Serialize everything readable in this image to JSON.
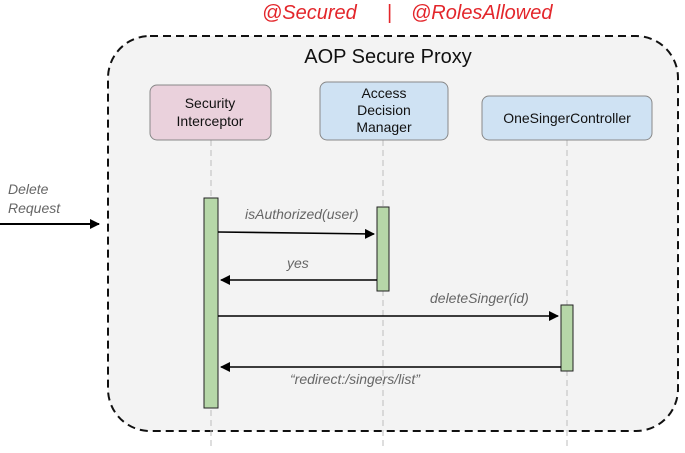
{
  "annotations": {
    "secured": "@Secured",
    "separator": "|",
    "roles_allowed": "@RolesAllowed",
    "color": "#e3262b"
  },
  "proxy": {
    "title": "AOP Secure Proxy",
    "fill": "#f3f3f3",
    "border": "#111111"
  },
  "participants": {
    "security_interceptor": {
      "line1": "Security",
      "line2": "Interceptor",
      "fill": "#ead1dc"
    },
    "access_decision_manager": {
      "line1": "Access",
      "line2": "Decision",
      "line3": "Manager",
      "fill": "#cfe2f3"
    },
    "one_singer_controller": {
      "label": "OneSingerController",
      "fill": "#cfe2f3"
    }
  },
  "incoming": {
    "line1": "Delete",
    "line2": "Request"
  },
  "messages": {
    "is_authorized": "isAuthorized(user)",
    "yes": "yes",
    "delete_singer": "deleteSinger(id)",
    "redirect": "“redirect:/singers/list”"
  },
  "activation_fill": "#b6d7a8",
  "text_color_gray": "#666666"
}
